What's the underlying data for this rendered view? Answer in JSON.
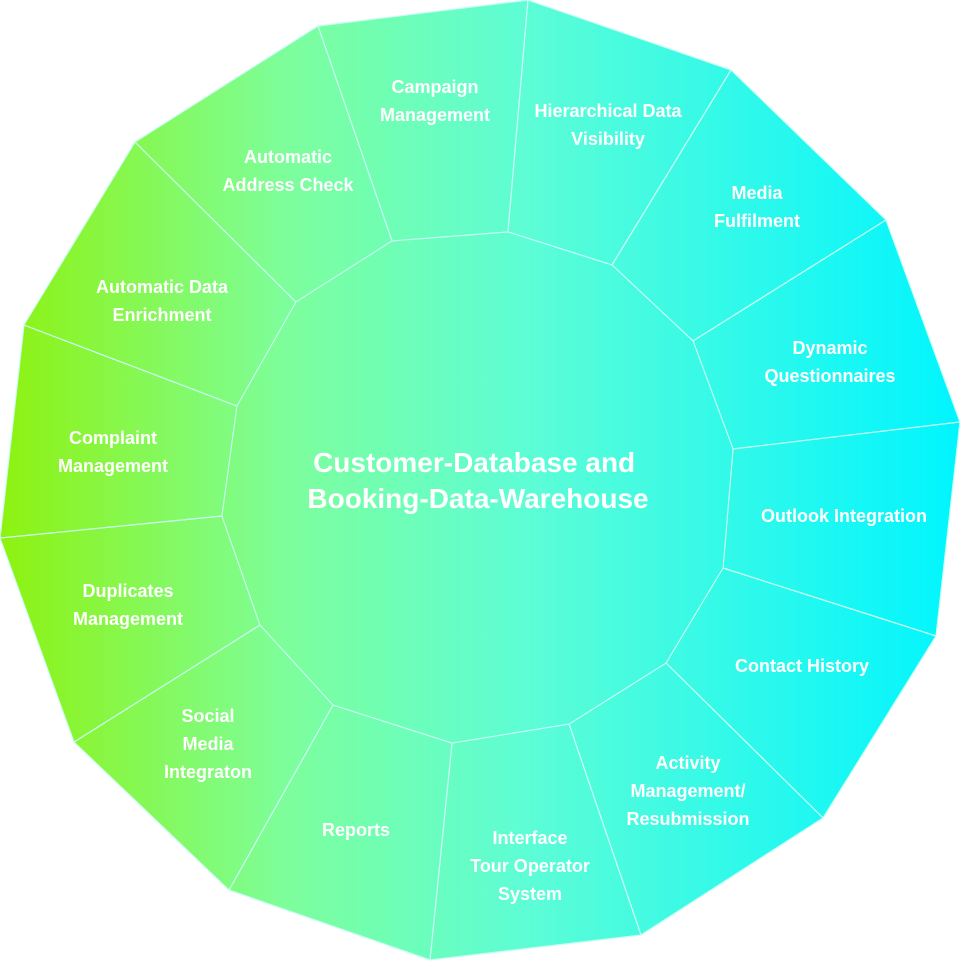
{
  "center": {
    "lines": [
      "Customer-Database and",
      "Booking-Data-Warehouse"
    ]
  },
  "segments": [
    {
      "id": "campaign-management",
      "lines": [
        "Campaign",
        "Management"
      ]
    },
    {
      "id": "hierarchical-data-visibility",
      "lines": [
        "Hierarchical Data",
        "Visibility"
      ]
    },
    {
      "id": "media-fulfilment",
      "lines": [
        "Media",
        "Fulfilment"
      ]
    },
    {
      "id": "dynamic-questionnaires",
      "lines": [
        "Dynamic",
        "Questionnaires"
      ]
    },
    {
      "id": "outlook-integration",
      "lines": [
        "Outlook Integration"
      ]
    },
    {
      "id": "contact-history",
      "lines": [
        "Contact History"
      ]
    },
    {
      "id": "activity-management-resubmission",
      "lines": [
        "Activity",
        "Management/",
        "Resubmission"
      ]
    },
    {
      "id": "interface-tour-operator-system",
      "lines": [
        "Interface",
        "Tour Operator",
        "System"
      ]
    },
    {
      "id": "reports",
      "lines": [
        "Reports"
      ]
    },
    {
      "id": "social-media-integraton",
      "lines": [
        "Social",
        "Media",
        "Integraton"
      ]
    },
    {
      "id": "duplicates-management",
      "lines": [
        "Duplicates",
        "Management"
      ]
    },
    {
      "id": "complaint-management",
      "lines": [
        "Complaint",
        "Management"
      ]
    },
    {
      "id": "automatic-data-enrichment",
      "lines": [
        "Automatic Data",
        "Enrichment"
      ]
    },
    {
      "id": "automatic-address-check",
      "lines": [
        "Automatic",
        "Address Check"
      ]
    }
  ],
  "colors": {
    "gradient_left": "#8ef20f",
    "gradient_mid": "#6dfbc0",
    "gradient_right": "#00f5ff",
    "divider": "#c9fff4",
    "text": "#ffffff"
  }
}
